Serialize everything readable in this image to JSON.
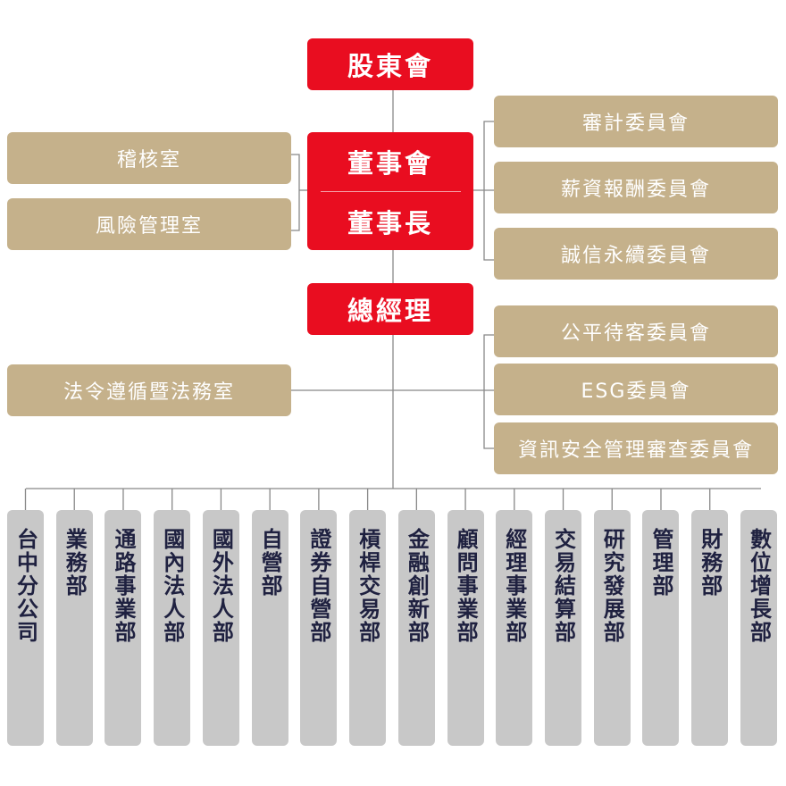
{
  "colors": {
    "primary": "#e90d20",
    "secondary": "#c5b18b",
    "department": "#c8c8c8",
    "line": "#888888"
  },
  "top": {
    "shareholders": "股東會",
    "board": "董事會",
    "chairman": "董事長",
    "president": "總經理"
  },
  "left_board": [
    "稽核室",
    "風險管理室"
  ],
  "right_board": [
    "審計委員會",
    "薪資報酬委員會",
    "誠信永續委員會"
  ],
  "left_president": [
    "法令遵循暨法務室"
  ],
  "right_president": [
    "公平待客委員會",
    "ESG委員會",
    "資訊安全管理審查委員會"
  ],
  "departments": [
    "台中分公司",
    "業務部",
    "通路事業部",
    "國內法人部",
    "國外法人部",
    "自營部",
    "證券自營部",
    "槓桿交易部",
    "金融創新部",
    "顧問事業部",
    "經理事業部",
    "交易結算部",
    "研究發展部",
    "管理部",
    "財務部",
    "數位增長部"
  ]
}
